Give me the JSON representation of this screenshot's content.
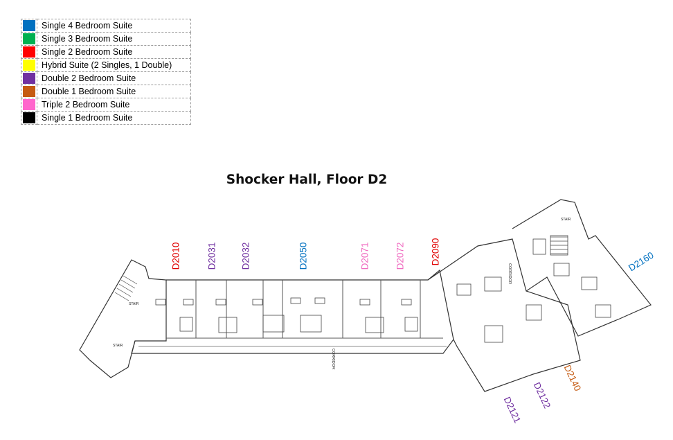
{
  "legend": [
    {
      "color": "#0070c0",
      "label": "Single 4 Bedroom Suite"
    },
    {
      "color": "#00b050",
      "label": "Single 3 Bedroom Suite"
    },
    {
      "color": "#ff0000",
      "label": "Single 2 Bedroom Suite"
    },
    {
      "color": "#ffff00",
      "label": "Hybrid Suite (2 Singles, 1 Double)"
    },
    {
      "color": "#7030a0",
      "label": "Double 2 Bedroom Suite"
    },
    {
      "color": "#c55a11",
      "label": "Double 1 Bedroom Suite"
    },
    {
      "color": "#ff66cc",
      "label": "Triple 2 Bedroom Suite"
    },
    {
      "color": "#000000",
      "label": "Single 1 Bedroom Suite"
    }
  ],
  "title": "Shocker Hall, Floor D2",
  "rooms": [
    {
      "id": "D2010",
      "color": "#e00000"
    },
    {
      "id": "D2031",
      "color": "#7030a0"
    },
    {
      "id": "D2032",
      "color": "#7030a0"
    },
    {
      "id": "D2050",
      "color": "#0070c0"
    },
    {
      "id": "D2071",
      "color": "#f06ac0"
    },
    {
      "id": "D2072",
      "color": "#f06ac0"
    },
    {
      "id": "D2090",
      "color": "#e00000"
    },
    {
      "id": "D2160",
      "color": "#0070c0"
    },
    {
      "id": "D2140",
      "color": "#c55a11"
    },
    {
      "id": "D2122",
      "color": "#7030a0"
    },
    {
      "id": "D2121",
      "color": "#7030a0"
    }
  ],
  "plan_texts": {
    "corridor_main": "CORRIDOR",
    "corridor_east": "CORRIDOR",
    "stair_west": "STAIR",
    "stair_east": "STAIR",
    "stair_small": "STAIR"
  }
}
